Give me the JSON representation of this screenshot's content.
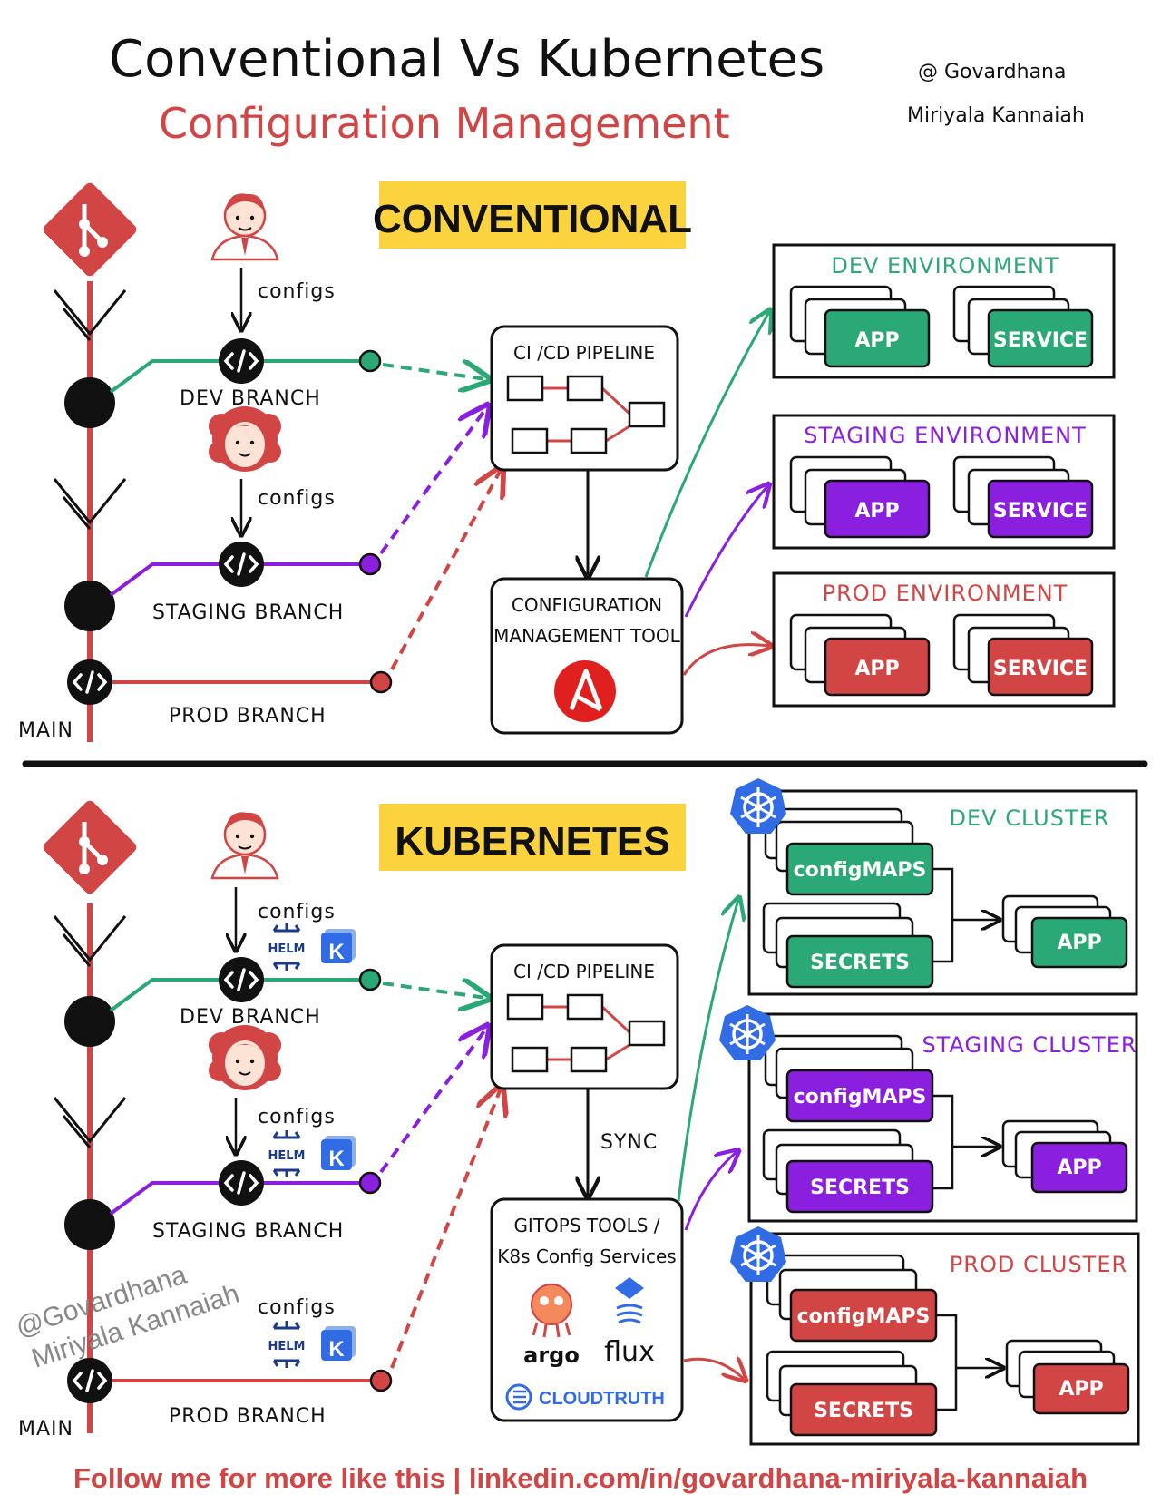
{
  "title": "Conventional Vs Kubernetes",
  "subtitle": "Configuration Management",
  "author": {
    "line1": "@ Govardhana",
    "line2": "Miriyala Kannaiah"
  },
  "colors": {
    "dev": "#2aa876",
    "staging": "#8a1fe0",
    "prod": "#d24545",
    "banner": "#fbd33f",
    "k8s": "#326ce5"
  },
  "conventional": {
    "banner": "CONVENTIONAL",
    "configs_label": "configs",
    "branches": {
      "dev": "DEV BRANCH",
      "staging": "STAGING BRANCH",
      "prod": "PROD BRANCH",
      "main": "MAIN"
    },
    "pipeline": "CI /CD PIPELINE",
    "tool": {
      "line1": "CONFIGURATION",
      "line2": "MANAGEMENT TOOL"
    },
    "environments": [
      {
        "name": "DEV ENVIRONMENT",
        "app": "APP",
        "service": "SERVICE"
      },
      {
        "name": "STAGING ENVIRONMENT",
        "app": "APP",
        "service": "SERVICE"
      },
      {
        "name": "PROD ENVIRONMENT",
        "app": "APP",
        "service": "SERVICE"
      }
    ]
  },
  "kubernetes": {
    "banner": "KUBERNETES",
    "configs_label": "configs",
    "helm": "HELM",
    "kustomize": "K",
    "branches": {
      "dev": "DEV BRANCH",
      "staging": "STAGING BRANCH",
      "prod": "PROD BRANCH",
      "main": "MAIN"
    },
    "pipeline": "CI /CD PIPELINE",
    "sync": "SYNC",
    "gitops": {
      "line1": "GITOPS TOOLS /",
      "line2": "K8s Config Services",
      "argo": "argo",
      "flux": "flux",
      "cloudtruth": "CLOUDTRUTH"
    },
    "clusters": [
      {
        "name": "DEV CLUSTER",
        "configmaps": "configMAPS",
        "secrets": "SECRETS",
        "app": "APP"
      },
      {
        "name": "STAGING CLUSTER",
        "configmaps": "configMAPS",
        "secrets": "SECRETS",
        "app": "APP"
      },
      {
        "name": "PROD CLUSTER",
        "configmaps": "configMAPS",
        "secrets": "SECRETS",
        "app": "APP"
      }
    ]
  },
  "watermark": {
    "line1": "@Govardhana",
    "line2": "Miriyala Kannaiah"
  },
  "footer": "Follow me for more like this | linkedin.com/in/govardhana-miriyala-kannaiah"
}
